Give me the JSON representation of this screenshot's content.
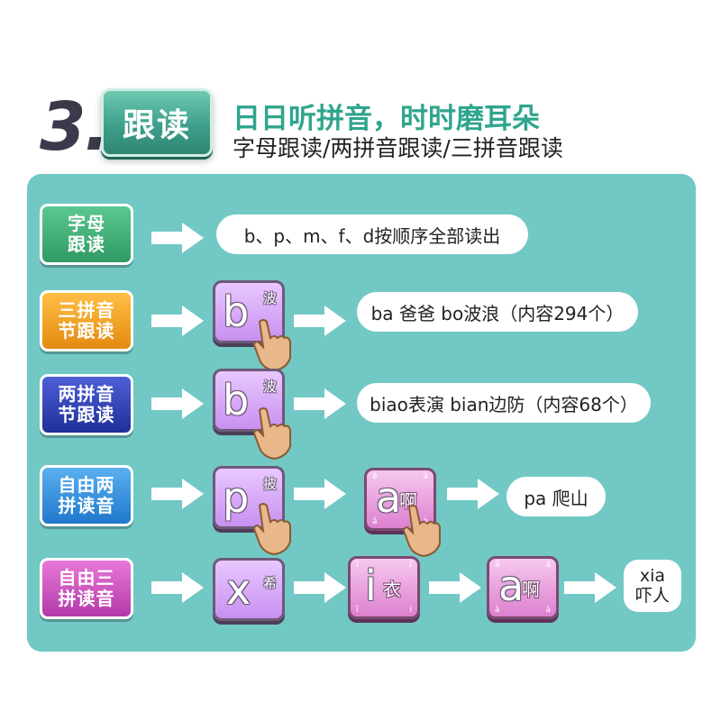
{
  "header": {
    "number": "3.",
    "badge": "跟读",
    "slogan": "日日听拼音，时时磨耳朵",
    "subtitle": "字母跟读/两拼音跟读/三拼音跟读"
  },
  "rows": [
    {
      "category": [
        "字母",
        "跟读"
      ],
      "category_color": "#3aa873",
      "pill": "b、p、m、f、d按顺序全部读出"
    },
    {
      "category": [
        "三拼音",
        "节跟读"
      ],
      "category_color": "#f0a020",
      "key": {
        "letter": "b",
        "char": "波"
      },
      "pill": "ba 爸爸 bo波浪（内容294个）"
    },
    {
      "category": [
        "两拼音",
        "节跟读"
      ],
      "category_color": "#2d3fb8",
      "key": {
        "letter": "b",
        "char": "波"
      },
      "pill": "biao表演 bian边防（内容68个）"
    },
    {
      "category": [
        "自由两",
        "拼读音"
      ],
      "category_color": "#2f8fe0",
      "key": {
        "letter": "p",
        "char": "披"
      },
      "key2": {
        "letter": "a",
        "char": "啊"
      },
      "pill": "pa 爬山"
    },
    {
      "category": [
        "自由三",
        "拼读音"
      ],
      "category_color": "#c048b8",
      "key": {
        "letter": "x",
        "char": "希"
      },
      "key2": {
        "letter": "i",
        "char": "衣"
      },
      "key3": {
        "letter": "a",
        "char": "啊"
      },
      "pill": [
        "xia",
        "吓人"
      ]
    }
  ],
  "tone_marks": [
    "ā",
    "á",
    "ǎ",
    "à",
    "ī",
    "í",
    "ǐ",
    "ì"
  ]
}
